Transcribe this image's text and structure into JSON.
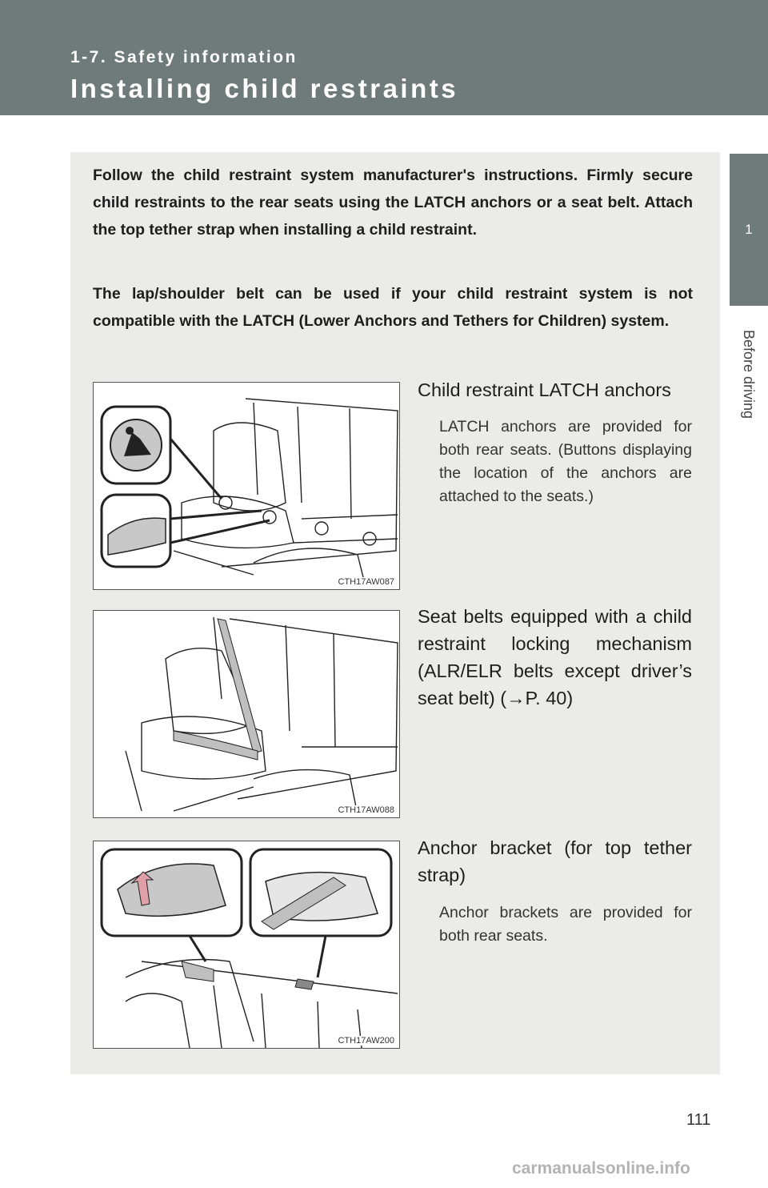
{
  "header": {
    "section": "1-7. Safety information",
    "title": "Installing child restraints"
  },
  "side_tab": {
    "number": "1",
    "label": "Before driving"
  },
  "intro": {
    "paragraph1": "Follow the child restraint system manufacturer's instructions. Firmly secure child restraints to the rear seats using the LATCH anchors or a seat belt. Attach the top tether strap when installing a child restraint.",
    "paragraph2": "The lap/shoulder belt can be used if your child restraint system is not compatible with the LATCH (Lower Anchors and Tethers for Children) system."
  },
  "items": [
    {
      "title": "Child restraint LATCH anchors",
      "description": "LATCH anchors are provided for both rear seats. (Buttons displaying the location of the anchors are attached to the seats.)",
      "figure_code": "CTH17AW087"
    },
    {
      "title": "Seat belts equipped with a child restraint locking mechanism (ALR/ELR belts except driver’s seat belt) (→P. 40)",
      "description": "",
      "figure_code": "CTH17AW088"
    },
    {
      "title": "Anchor bracket (for top tether strap)",
      "description": "Anchor brackets are provided for both rear seats.",
      "figure_code": "CTH17AW200"
    }
  ],
  "page_number": "111",
  "watermark": "carmanualsonline.info"
}
